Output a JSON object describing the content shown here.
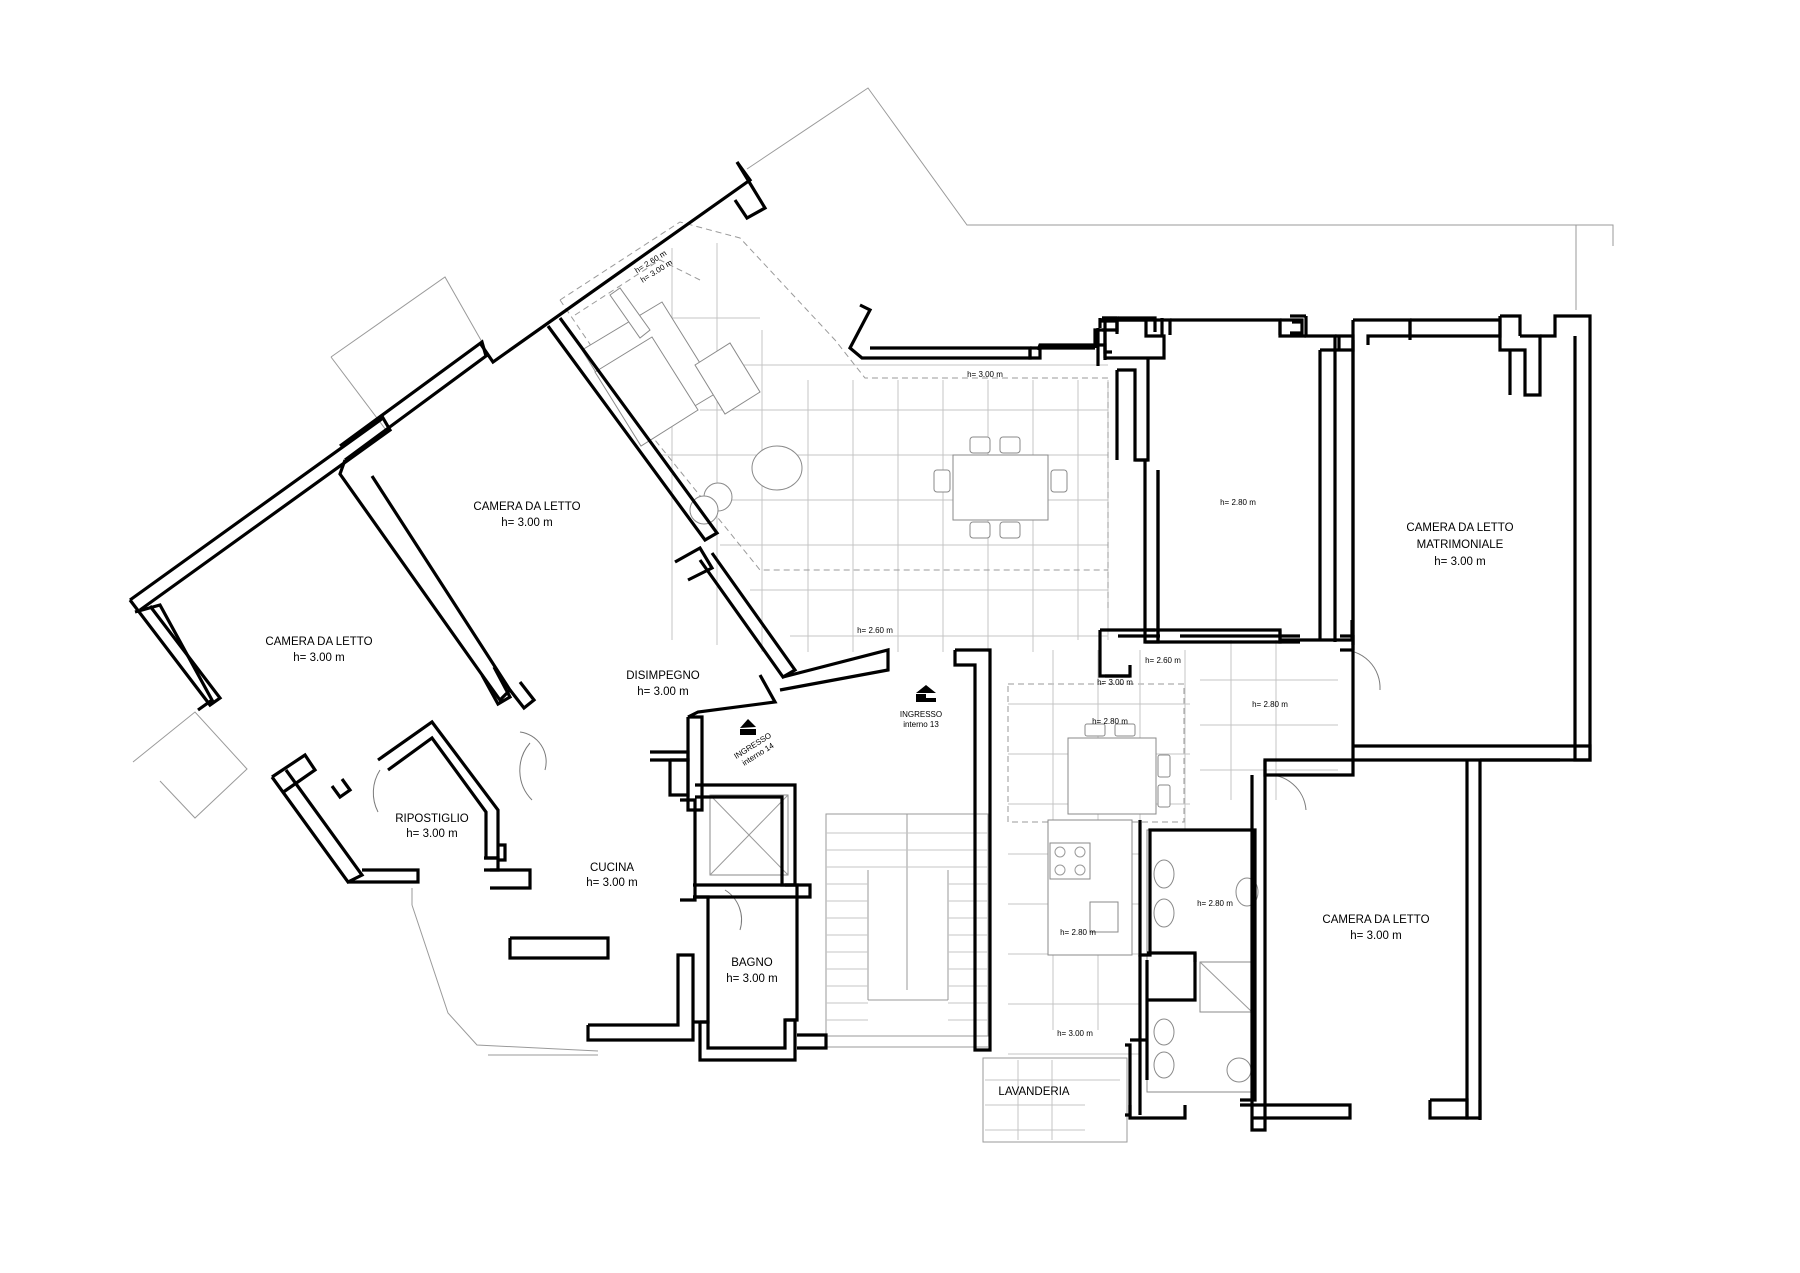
{
  "rooms": {
    "bed1_name": "CAMERA DA LETTO",
    "bed1_h": "h= 3.00 m",
    "bed2_name": "CAMERA DA LETTO",
    "bed2_h": "h= 3.00 m",
    "disimpegno_name": "DISIMPEGNO",
    "disimpegno_h": "h= 3.00 m",
    "ripostiglio_name": "RIPOSTIGLIO",
    "ripostiglio_h": "h= 3.00 m",
    "cucina_name": "CUCINA",
    "cucina_h": "h= 3.00 m",
    "bagno_name": "BAGNO",
    "bagno_h": "h= 3.00 m",
    "matr_name_1": "CAMERA DA LETTO",
    "matr_name_2": "MATRIMONIALE",
    "matr_h": "h= 3.00 m",
    "bed4_name": "CAMERA DA LETTO",
    "bed4_h": "h= 3.00 m",
    "lavanderia_name": "LAVANDERIA"
  },
  "entrances": {
    "ingresso13_1": "INGRESSO",
    "ingresso13_2": "interno 13",
    "ingresso14_1": "INGRESSO",
    "ingresso14_2": "interno 14"
  },
  "heights": {
    "h_living_a": "h= 2.60 m",
    "h_living_b": "h= 3.00 m",
    "h_living_top": "h= 3.00 m",
    "h_living_low": "h= 2.60 m",
    "h_room_center": "h= 2.80 m",
    "h_hall_a": "h= 2.60 m",
    "h_hall_b": "h= 3.00 m",
    "h_hall_c": "h= 2.80 m",
    "h_corridor": "h= 2.80 m",
    "h_kitchen2": "h= 2.80 m",
    "h_bath2": "h= 2.80 m",
    "h_kitchen2_bottom": "h= 3.00 m"
  }
}
